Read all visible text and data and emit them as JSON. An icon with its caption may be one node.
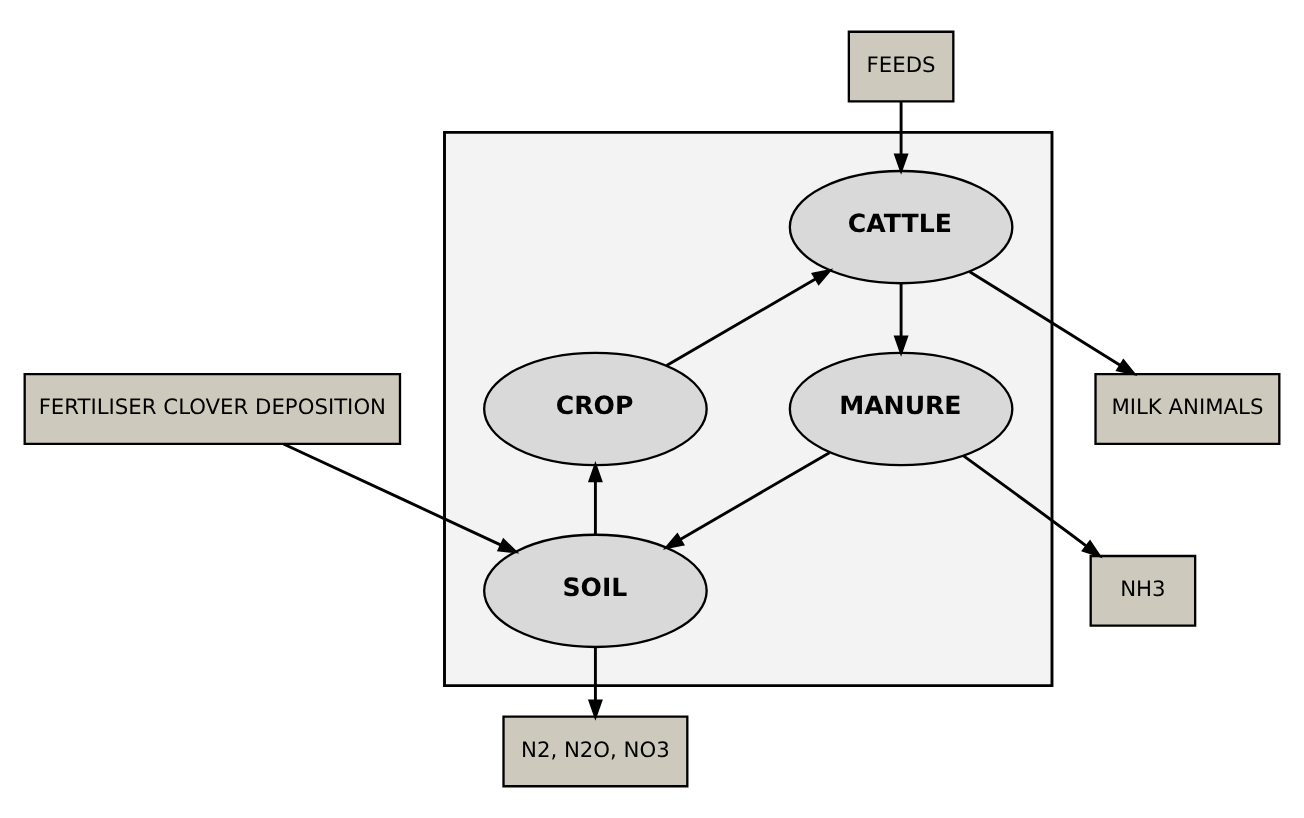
{
  "diagram": {
    "nodes": [
      {
        "text": [],
        "shape": "box"
      },
      {
        "text": [
          "CATTLE"
        ],
        "in": 0
      },
      {
        "text": [
          "MANURE"
        ],
        "in": 0
      },
      {
        "text": [
          "SOIL"
        ],
        "in": 0
      },
      {
        "text": [
          "CROP"
        ],
        "in": 0
      },
      {
        "text": [
          "FEEDS"
        ]
      },
      {
        "text": [
          "MILK ANIMALS"
        ]
      },
      {
        "text": [
          "NH3"
        ]
      },
      {
        "text": [
          "FERTILISER CLOVER DEPOSITION"
        ]
      },
      {
        "text": [
          "N2, N2O, NO3"
        ]
      }
    ],
    "edges": [
      {
        "from": 5,
        "to": 1,
        "arrow": "to"
      },
      {
        "from": 1,
        "to": 6,
        "arrow": "to"
      },
      {
        "from": 1,
        "to": 2,
        "arrow": "to"
      },
      {
        "from": 2,
        "to": 7,
        "arrow": "to"
      },
      {
        "from": 2,
        "to": 3,
        "arrow": "to"
      },
      {
        "from": 3,
        "to": 4,
        "arrow": "to"
      },
      {
        "from": 4,
        "to": 1,
        "arrow": "to"
      },
      {
        "from": 8,
        "to": 3,
        "arrow": "to"
      },
      {
        "from": 3,
        "to": 9,
        "arrow": "to"
      }
    ]
  }
}
